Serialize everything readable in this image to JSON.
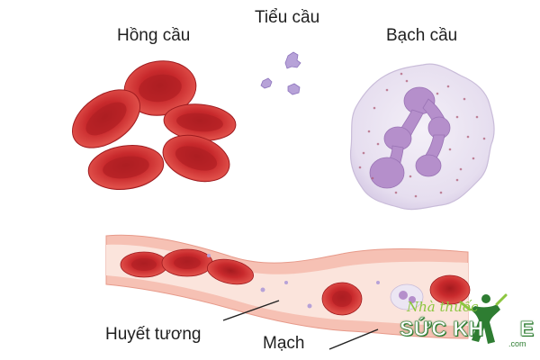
{
  "labels": {
    "red_blood_cells": "Hồng cầu",
    "platelets": "Tiểu cầu",
    "white_blood_cell": "Bạch cầu",
    "plasma": "Huyết tương",
    "vessel": "Mạch"
  },
  "logo": {
    "line1": "Nhà thuốc",
    "line2a": "SỨC KH",
    "line2b": "E",
    "line3": ".com"
  },
  "colors": {
    "rbc": "#c8292c",
    "rbc_center": "#a81c20",
    "vessel_wall": "#f6c1b4",
    "vessel_lumen": "#fbe4dc",
    "wbc_body": "#ece6f3",
    "wbc_nucleus": "#b58fcb",
    "platelet": "#b7a2d8",
    "logo_green": "#2e7d32",
    "logo_lime": "#8cc63f"
  }
}
